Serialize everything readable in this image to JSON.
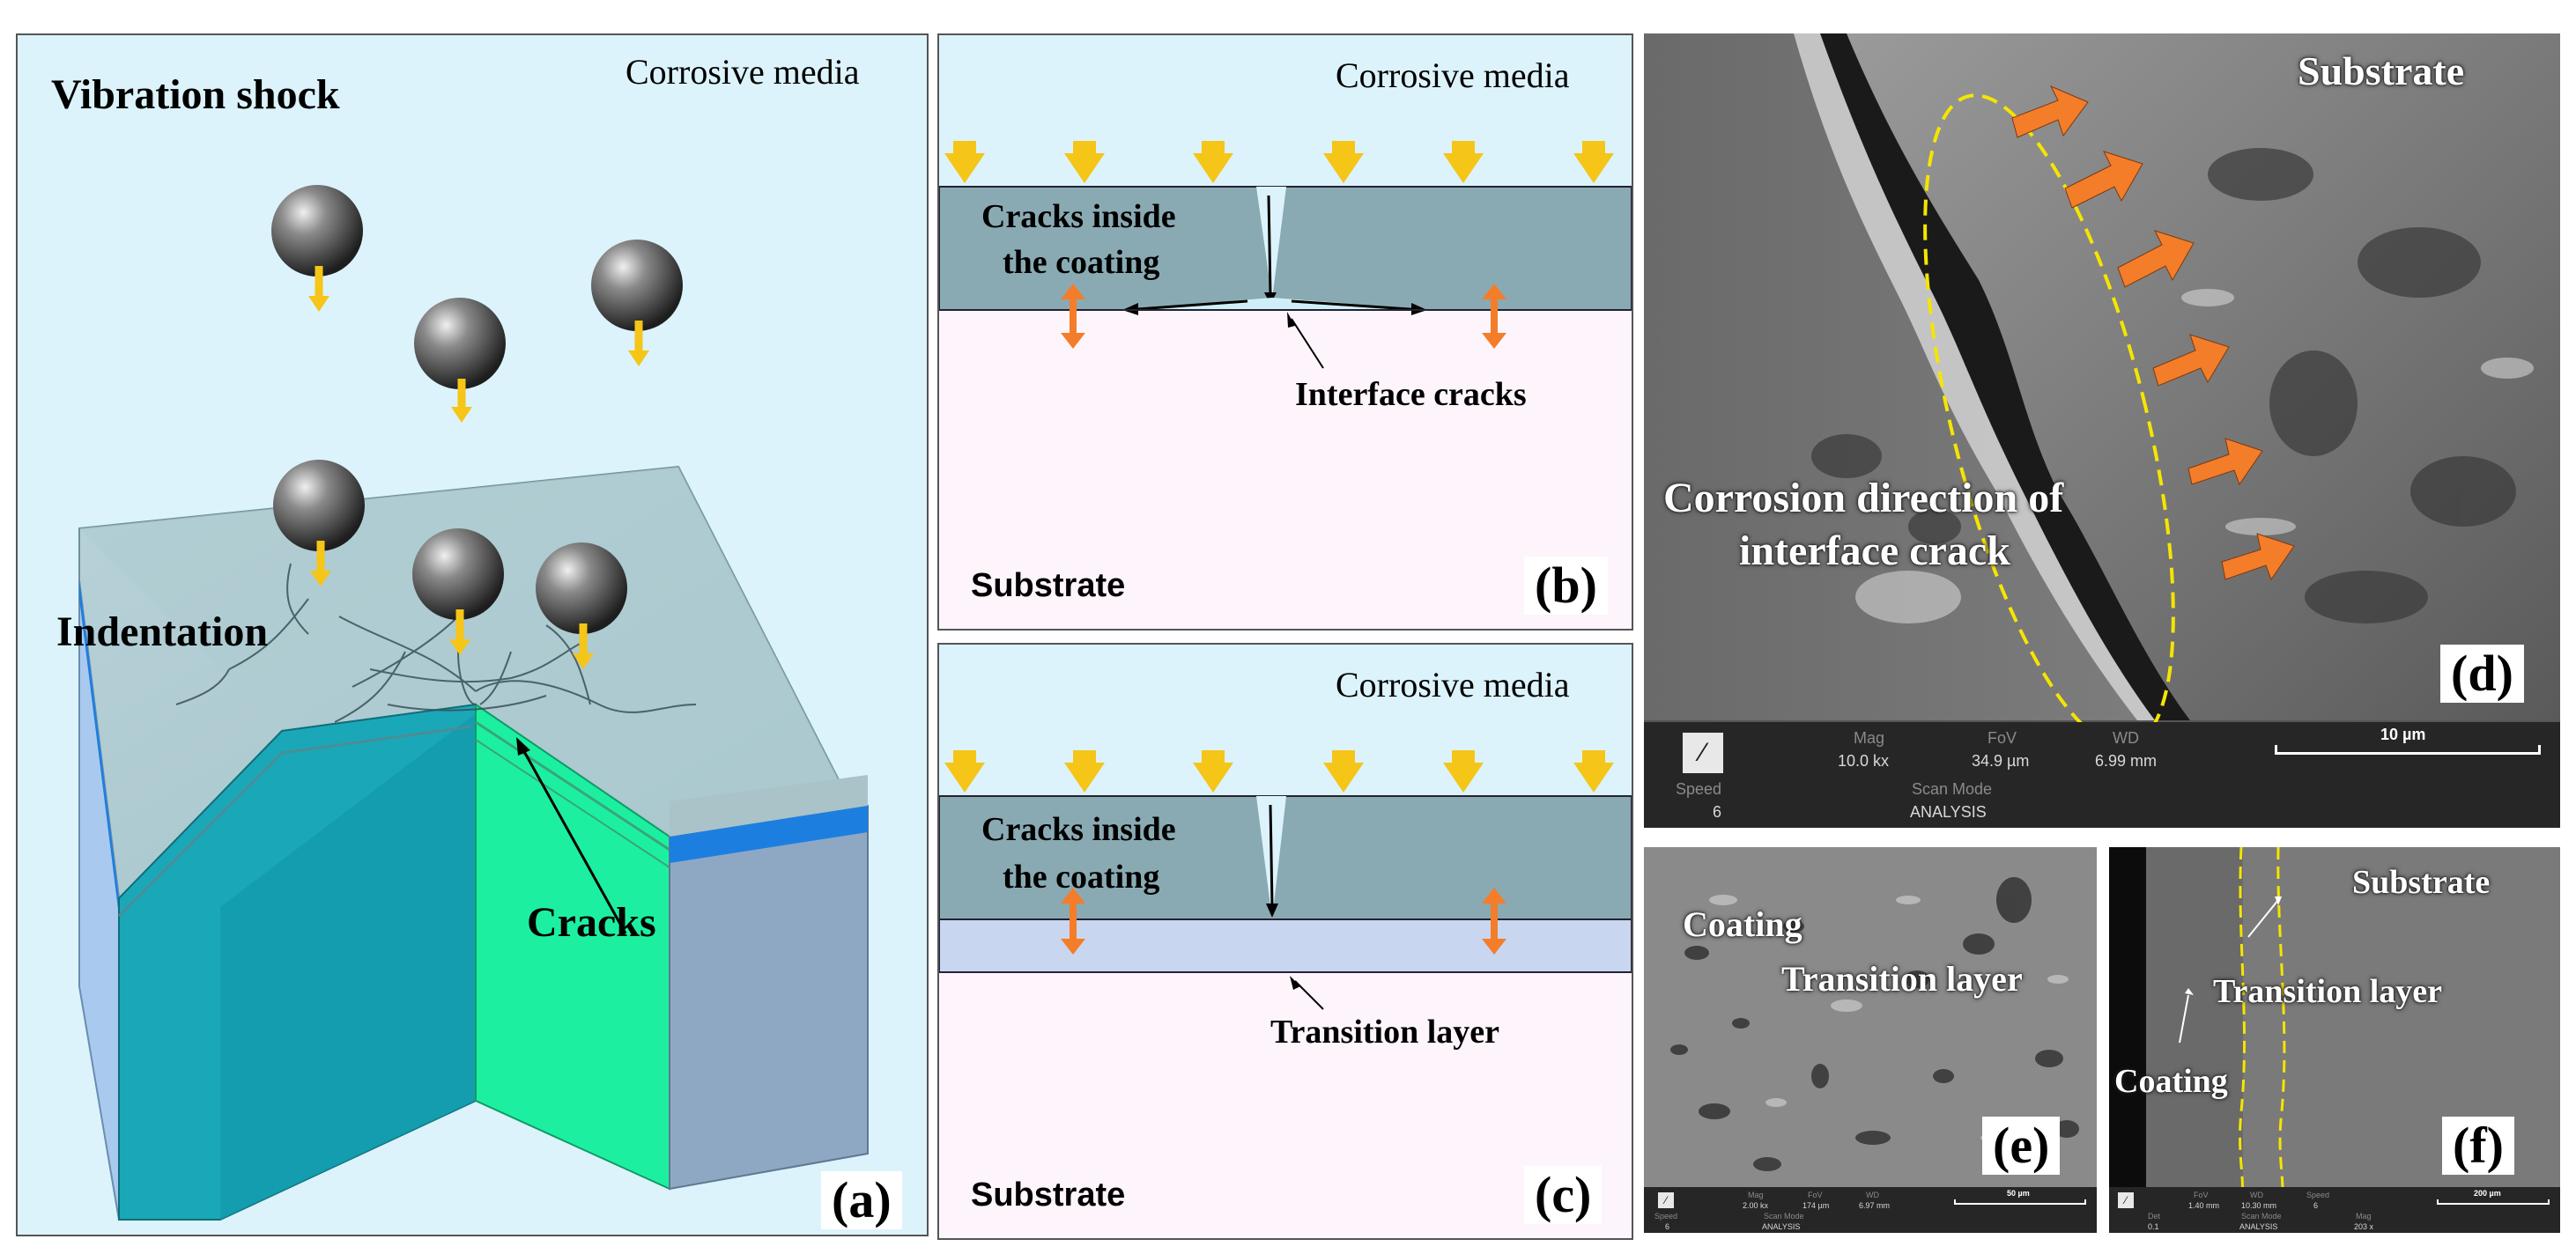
{
  "panel_a": {
    "tag": "(a)",
    "media": "Corrosive media",
    "title": "Vibration shock",
    "indentation": "Indentation",
    "cracks": "Cracks"
  },
  "panel_b": {
    "tag": "(b)",
    "media": "Corrosive media",
    "cracks_inside_1": "Cracks inside",
    "cracks_inside_2": "the coating",
    "interface_cracks": "Interface cracks",
    "substrate": "Substrate"
  },
  "panel_c": {
    "tag": "(c)",
    "media": "Corrosive media",
    "cracks_inside_1": "Cracks inside",
    "cracks_inside_2": "the coating",
    "transition_layer": "Transition layer",
    "substrate": "Substrate"
  },
  "panel_d": {
    "tag": "(d)",
    "substrate": "Substrate",
    "corrosion_1": "Corrosion direction of",
    "corrosion_2": "interface crack",
    "sem": {
      "mag_label": "Mag",
      "mag_value": "10.0 kx",
      "fov_label": "FoV",
      "fov_value": "34.9 µm",
      "wd_label": "WD",
      "wd_value": "6.99 mm",
      "scale": "10 µm",
      "speed_label": "Speed",
      "speed_value": "6",
      "mode_label": "Scan Mode",
      "mode_value": "ANALYSIS"
    }
  },
  "panel_e": {
    "tag": "(e)",
    "coating": "Coating",
    "transition_layer": "Transition layer",
    "sem": {
      "mag_label": "Mag",
      "mag_value": "2.00 kx",
      "fov_label": "FoV",
      "fov_value": "174 µm",
      "wd_label": "WD",
      "wd_value": "6.97 mm",
      "scale": "50 µm",
      "speed_label": "Speed",
      "speed_value": "6",
      "mode_label": "Scan Mode",
      "mode_value": "ANALYSIS"
    }
  },
  "panel_f": {
    "tag": "(f)",
    "substrate": "Substrate",
    "transition_layer": "Transition layer",
    "coating": "Coating",
    "sem": {
      "det_label": "Det",
      "det_value": "0.1",
      "fov_label": "FoV",
      "fov_value": "1.40 mm",
      "wd_label": "WD",
      "wd_value": "10.30 mm",
      "speed_label": "Speed",
      "speed_value": "6",
      "mode_label": "Scan Mode",
      "mode_value": "ANALYSIS",
      "mag_label": "Mag",
      "mag_value": "203 x",
      "scale": "200 µm"
    }
  },
  "colors": {
    "media_bg": "#dcf3fb",
    "coating": "#8aaab3",
    "substrate_bg": "#fdf5fb",
    "transition": "#c9d6f0",
    "arrow_yellow": "#f5c518",
    "arrow_orange": "#f47d2a",
    "block_teal": "#1aa8b8",
    "block_green": "#1cf0a0",
    "layer_blue": "#1c7fe0"
  },
  "icons": [
    "steel-ball-icon",
    "down-arrow-icon",
    "double-arrow-icon",
    "sem-logo-icon"
  ]
}
